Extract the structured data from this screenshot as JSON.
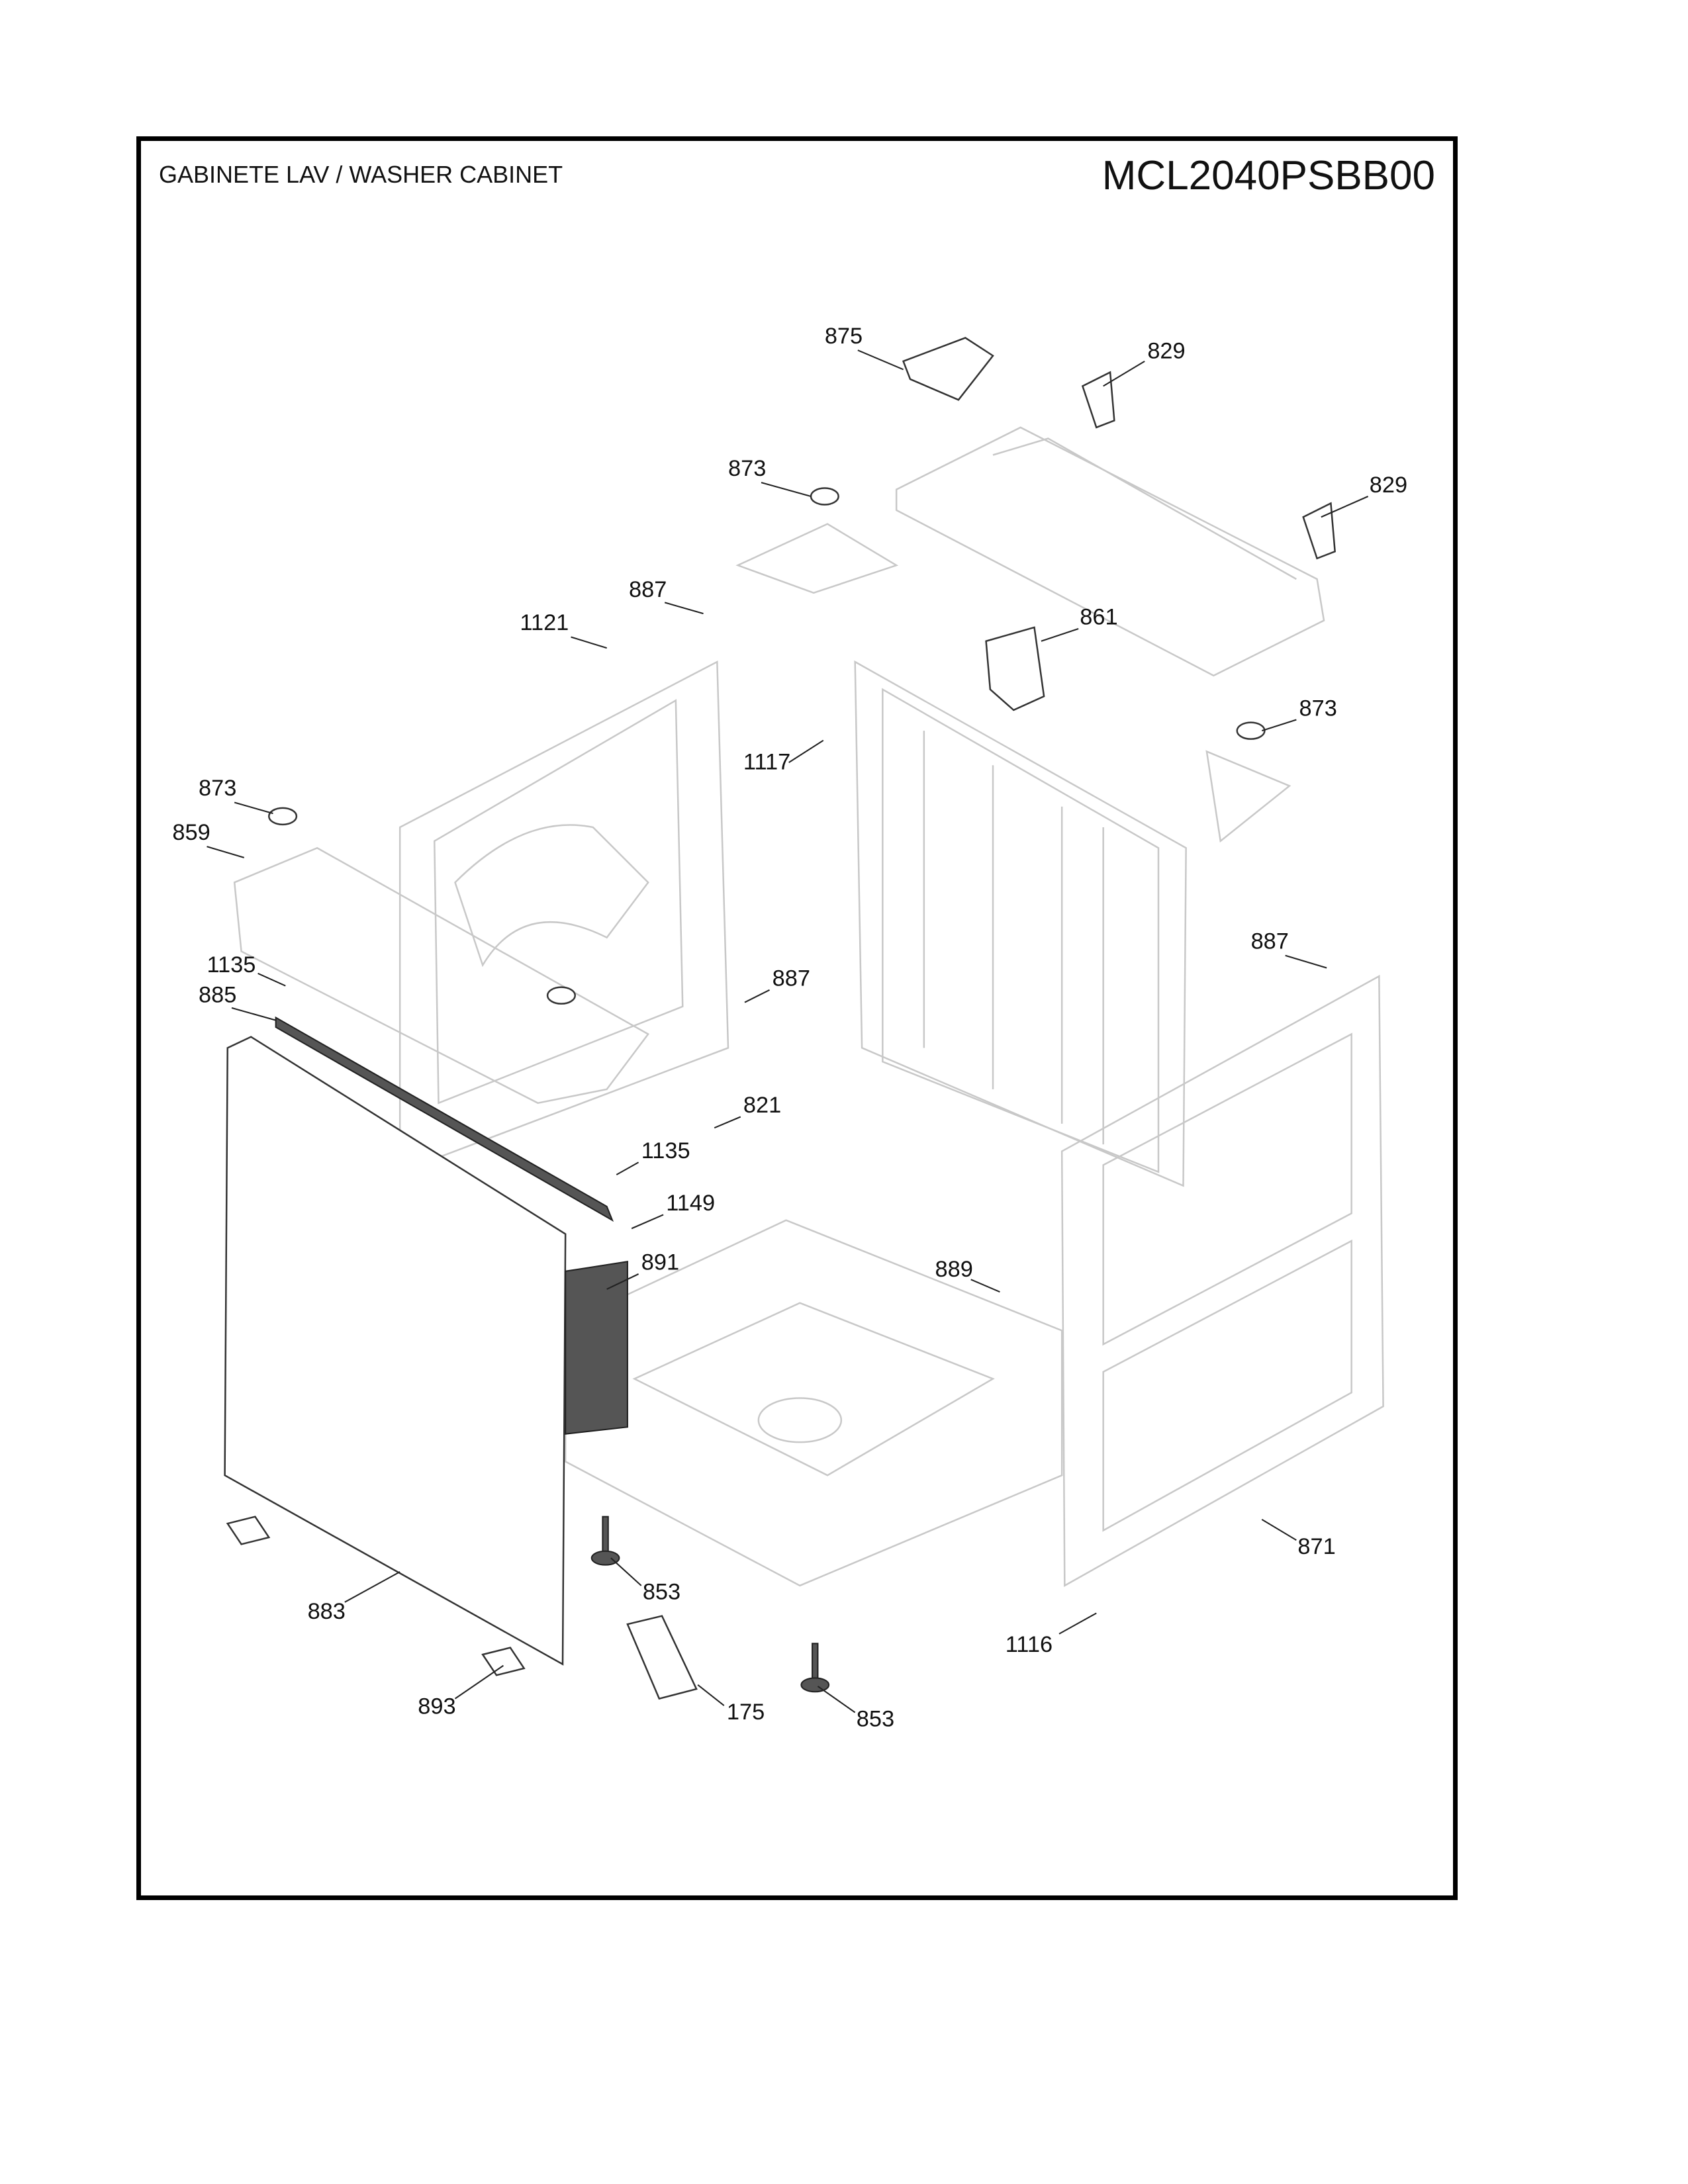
{
  "header": {
    "title": "GABINETE LAV / WASHER CABINET",
    "model": "MCL2040PSBB00"
  },
  "callouts": [
    "875",
    "829",
    "873",
    "829",
    "887",
    "1121",
    "861",
    "873",
    "1117",
    "873",
    "859",
    "887",
    "1135",
    "887",
    "885",
    "821",
    "1135",
    "1149",
    "891",
    "889",
    "871",
    "853",
    "883",
    "1116",
    "893",
    "175",
    "853"
  ]
}
